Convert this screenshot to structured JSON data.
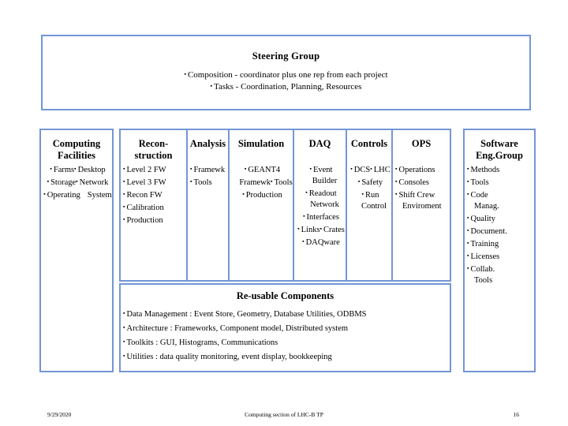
{
  "slide": {
    "steering": {
      "title": "Steering Group",
      "bullets": [
        "Composition - coordinator plus one rep from each project",
        "Tasks - Coordination, Planning, Resources"
      ]
    },
    "computing_facilities": {
      "title_line1": "Computing",
      "title_line2": "Facilities",
      "items": [
        {
          "text": "Farms",
          "cont": null
        },
        {
          "text": "Desktop",
          "cont": null
        },
        {
          "text": "Storage",
          "cont": null
        },
        {
          "text": "Network",
          "cont": null
        },
        {
          "text": "Operating",
          "cont": "System"
        }
      ]
    },
    "columns": [
      {
        "title_line1": "Recon-",
        "title_line2": "struction",
        "items": [
          {
            "text": "Level 2 FW",
            "cont": null
          },
          {
            "text": "Level 3 FW",
            "cont": null
          },
          {
            "text": "Recon FW",
            "cont": null
          },
          {
            "text": "Calibration",
            "cont": null
          },
          {
            "text": "Production",
            "cont": null
          }
        ]
      },
      {
        "title_line1": "Analysis",
        "title_line2": "",
        "items": [
          {
            "text": "Framewk",
            "cont": null
          },
          {
            "text": "Tools",
            "cont": null
          }
        ]
      },
      {
        "title_line1": "Simulation",
        "title_line2": "",
        "items": [
          {
            "text": "GEANT4",
            "cont": "Framewk"
          },
          {
            "text": "Tools",
            "cont": null
          },
          {
            "text": "Production",
            "cont": null
          }
        ]
      },
      {
        "title_line1": "DAQ",
        "title_line2": "",
        "items": [
          {
            "text": "Event",
            "cont": "Builder"
          },
          {
            "text": "Readout",
            "cont": "Network"
          },
          {
            "text": "Interfaces",
            "cont": null
          },
          {
            "text": "Links",
            "cont": null
          },
          {
            "text": "Crates",
            "cont": null
          },
          {
            "text": "DAQware",
            "cont": null
          }
        ]
      },
      {
        "title_line1": "Controls",
        "title_line2": "",
        "items": [
          {
            "text": "DCS",
            "cont": null
          },
          {
            "text": "LHC",
            "cont": null
          },
          {
            "text": "Safety",
            "cont": null
          },
          {
            "text": "Run",
            "cont": "Control"
          }
        ]
      },
      {
        "title_line1": "OPS",
        "title_line2": "",
        "items": [
          {
            "text": "Operations",
            "cont": null
          },
          {
            "text": "Consoles",
            "cont": null
          },
          {
            "text": "Shift Crew",
            "cont": "Enviroment"
          }
        ]
      }
    ],
    "reusable": {
      "title": "Re-usable Components",
      "bullets": [
        "Data Management : Event Store, Geometry, Database Utilities, ODBMS",
        "Architecture : Frameworks, Component model, Distributed system",
        "Toolkits :  GUI, Histograms, Communications",
        "Utilities : data quality monitoring, event display, bookkeeping"
      ]
    },
    "software_eng_group": {
      "title_line1": "Software",
      "title_line2": "Eng.Group",
      "items": [
        {
          "text": "Methods",
          "cont": null
        },
        {
          "text": "Tools",
          "cont": null
        },
        {
          "text": "Code",
          "cont": "Manag."
        },
        {
          "text": "Quality",
          "cont": null
        },
        {
          "text": "Document.",
          "cont": null
        },
        {
          "text": "Training",
          "cont": null
        },
        {
          "text": "Licenses",
          "cont": null
        },
        {
          "text": "Collab.",
          "cont": "Tools"
        }
      ]
    },
    "footer": {
      "date": "9/29/2020",
      "center": "Computing section of LHC-B TP",
      "page": "16"
    },
    "colors": {
      "border": "#7496D6",
      "background": "#FFFFFF",
      "text": "#000000"
    }
  }
}
